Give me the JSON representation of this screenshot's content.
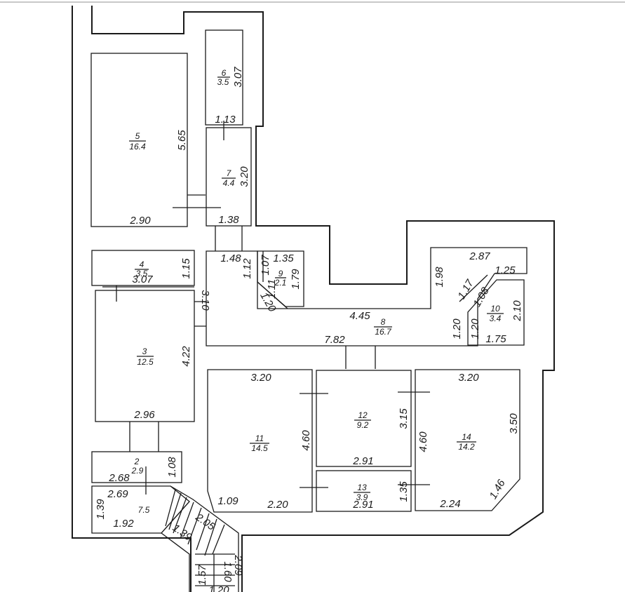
{
  "rooms": [
    {
      "id": "r2",
      "number": "2",
      "area": "2.9"
    },
    {
      "id": "r1",
      "number": "",
      "area": "7.5"
    },
    {
      "id": "r3",
      "number": "3",
      "area": "12.5"
    },
    {
      "id": "r4",
      "number": "4",
      "area": "3.5"
    },
    {
      "id": "r5",
      "number": "5",
      "area": "16.4"
    },
    {
      "id": "r6",
      "number": "6",
      "area": "3.5"
    },
    {
      "id": "r7",
      "number": "7",
      "area": "4.4"
    },
    {
      "id": "r8",
      "number": "8",
      "area": "16.7"
    },
    {
      "id": "r9",
      "number": "9",
      "area": "2.1"
    },
    {
      "id": "r10",
      "number": "10",
      "area": "3.4"
    },
    {
      "id": "r11",
      "number": "11",
      "area": "14.5"
    },
    {
      "id": "r12",
      "number": "12",
      "area": "9.2"
    },
    {
      "id": "r13",
      "number": "13",
      "area": "3.9"
    },
    {
      "id": "r14",
      "number": "14",
      "area": "14.2"
    }
  ],
  "dimensions": [
    "2.90",
    "5.65",
    "3.07",
    "1.13",
    "3.20",
    "1.38",
    "3.07",
    "1.15",
    "2.96",
    "4.22",
    "1.48",
    "1.12",
    "1.07",
    "1.35",
    "1.79",
    "1.11",
    "1.20",
    "3.10",
    "4.45",
    "7.82",
    "2.87",
    "1.98",
    "1.25",
    "1.17",
    "1.08",
    "1.20",
    "1.20",
    "1.75",
    "2.10",
    "3.20",
    "4.60",
    "1.09",
    "2.20",
    "3.15",
    "2.91",
    "2.91",
    "1.35",
    "3.20",
    "3.50",
    "4.60",
    "2.24",
    "1.46",
    "2.68",
    "1.08",
    "2.69",
    "1.39",
    "1.92",
    "2.05",
    "1.39",
    "1.57",
    "1.60",
    "2.09",
    "1.20"
  ]
}
